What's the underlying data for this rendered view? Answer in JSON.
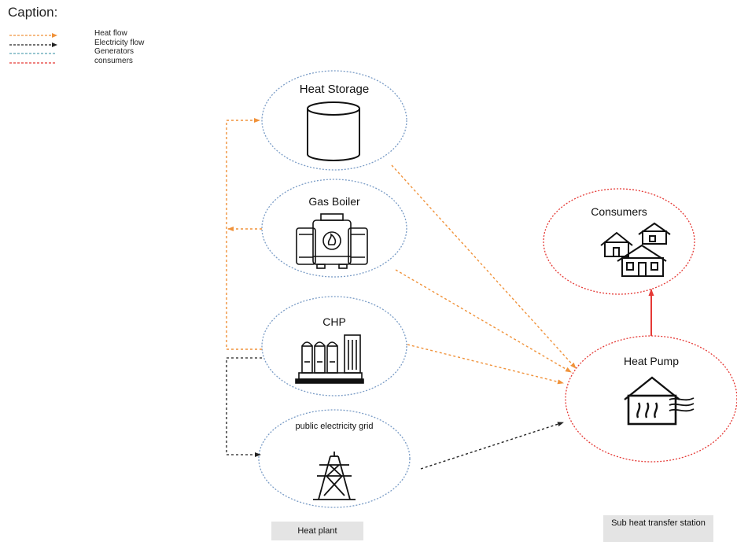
{
  "caption": {
    "title": "Caption:",
    "items": [
      {
        "label": "Heat flow",
        "color": "#f0923a"
      },
      {
        "label": "Electricity flow",
        "color": "#222222"
      },
      {
        "label": "Generators",
        "color": "#7a9cc6"
      },
      {
        "label": "consumers",
        "color": "#e53935"
      }
    ]
  },
  "nodes": {
    "heat_storage": "Heat Storage",
    "gas_boiler": "Gas Boiler",
    "chp": "CHP",
    "grid": "public electricity grid",
    "consumers": "Consumers",
    "heat_pump": "Heat Pump"
  },
  "groups": {
    "heat_plant": "Heat plant",
    "sub_station": "Sub heat transfer station"
  },
  "colors": {
    "heat": "#f0923a",
    "electricity": "#222222",
    "generator": "#7a9cc6",
    "consumer": "#e53935"
  }
}
